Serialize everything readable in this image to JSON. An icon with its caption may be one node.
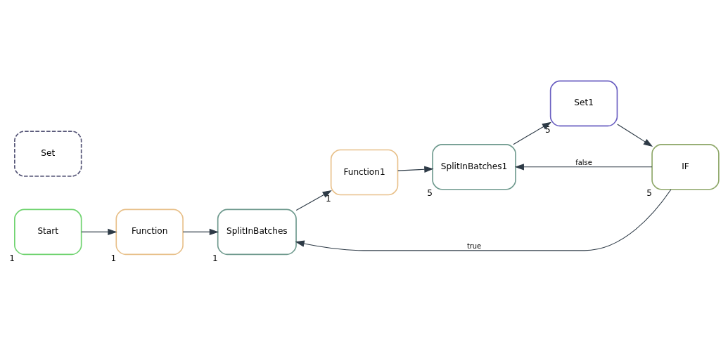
{
  "diagram": {
    "nodes": [
      {
        "text": [
          "Start"
        ],
        "beside": [
          "1"
        ]
      },
      {
        "text": [
          "Function"
        ],
        "beside": [
          "1"
        ]
      },
      {
        "text": [
          "SplitInBatches"
        ],
        "beside": [
          "1"
        ]
      },
      {
        "text": [
          "Function1"
        ],
        "beside": [
          "1"
        ]
      },
      {
        "text": [
          "SplitInBatches1"
        ],
        "beside": [
          "5"
        ]
      },
      {
        "text": [
          "Set1"
        ],
        "beside": [
          "5"
        ]
      },
      {
        "text": [
          "IF"
        ],
        "beside": [
          "5"
        ]
      },
      {
        "text": [
          "Set"
        ]
      }
    ],
    "edges": [
      {
        "from": 0,
        "to": 1,
        "arrow": "to"
      },
      {
        "from": 1,
        "to": 2,
        "arrow": "to"
      },
      {
        "from": 2,
        "to": 3,
        "arrow": "to"
      },
      {
        "from": 3,
        "to": 4,
        "arrow": "to"
      },
      {
        "from": 4,
        "to": 5,
        "arrow": "to"
      },
      {
        "from": 5,
        "to": 6,
        "arrow": "to"
      },
      {
        "from": 6,
        "to": 2,
        "arrow": "to",
        "label": "true"
      },
      {
        "from": 6,
        "to": 4,
        "arrow": "to",
        "label": "false"
      }
    ]
  }
}
